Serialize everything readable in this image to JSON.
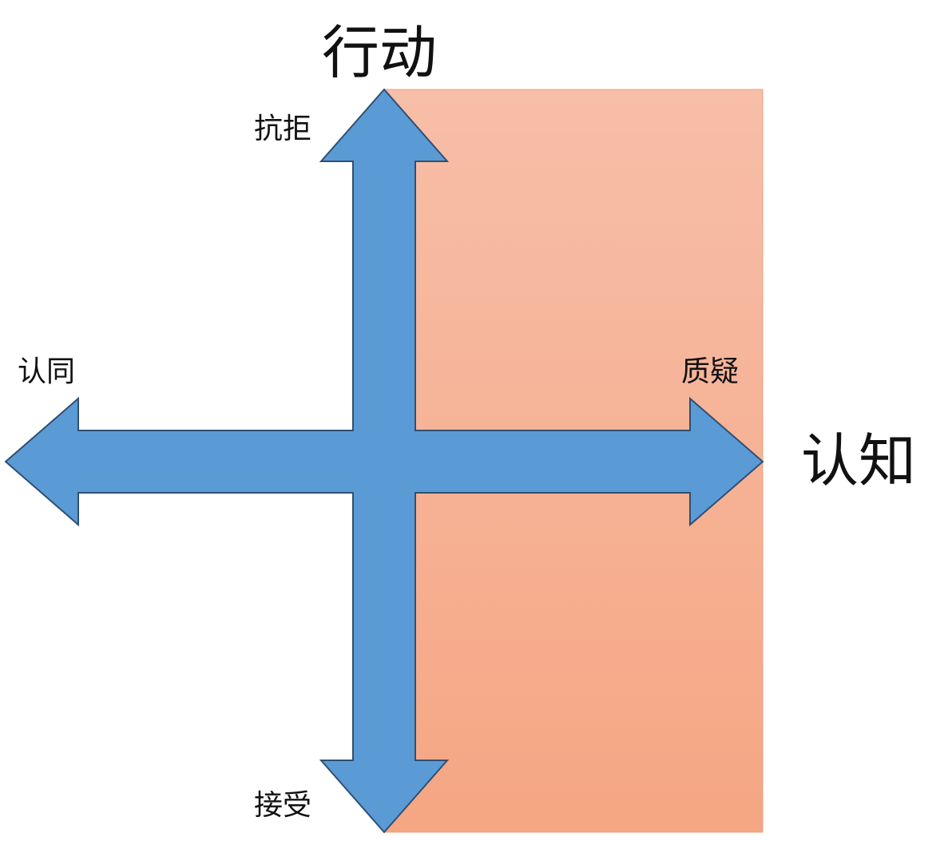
{
  "axes": {
    "vertical": {
      "title": "行动",
      "top_label": "抗拒",
      "bottom_label": "接受"
    },
    "horizontal": {
      "title": "认知",
      "left_label": "认同",
      "right_label": "质疑"
    }
  },
  "colors": {
    "arrow_fill": "#5b9bd5",
    "arrow_stroke": "#2f4f74",
    "highlight_top": "#f7bea8",
    "highlight_bottom": "#f5a683",
    "highlight_stroke": "#e8a080",
    "text": "#111111"
  },
  "highlight": {
    "region": "right-half",
    "shape": "rectangle"
  }
}
